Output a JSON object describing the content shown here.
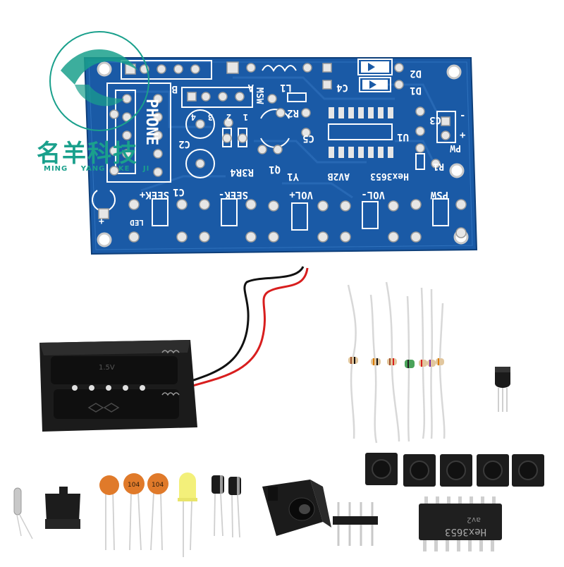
{
  "watermark": {
    "brand_cn": "名羊科技",
    "brand_en": [
      "MING",
      "YANG",
      "KE",
      "JI"
    ],
    "color": "#1aa08c"
  },
  "pcb": {
    "board_color": "#1a5aa6",
    "silk_color": "#ffffff",
    "labels": {
      "phone": "PHONE",
      "b": "B",
      "a": "A",
      "l1": "L1",
      "c4": "C4",
      "d2": "D2",
      "d1": "D1",
      "msw": "MSW",
      "r2": "R2",
      "c3": "C3",
      "c2": "C2",
      "c5": "C5",
      "u1": "U1",
      "pw": "PW",
      "q1": "Q1",
      "r3r4": "R3R4",
      "y1": "Y1",
      "av2b": "AV2B",
      "hex3653": "Hex3653",
      "r1": "R1",
      "c1": "C1",
      "seek_plus": "SEEK+",
      "seek_minus": "SEEK-",
      "vol_plus": "VOL+",
      "vol_minus": "VOL-",
      "psw": "PSW",
      "led": "LED",
      "plus": "+",
      "minus": "-",
      "num_1": "1",
      "num_2": "2",
      "num_3": "3",
      "num_4": "4"
    }
  },
  "parts": {
    "battery_holder": {
      "label": "1.5V",
      "body_color": "#1a1a1a",
      "wire_red": "#d81e1e",
      "wire_black": "#111111"
    },
    "capacitor_labels": [
      "104",
      "104"
    ],
    "ic_marking": "Hex3653",
    "ic_sub_marking": "av2"
  }
}
